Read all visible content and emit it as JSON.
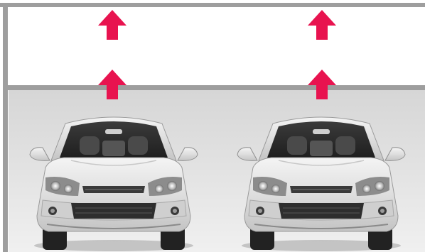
{
  "diagram": {
    "frame_color": "#9e9e9e",
    "top_zone_color": "#ffffff",
    "lower_zone_top_color": "#d9d9d9",
    "lower_zone_bottom_color": "#eeeeee",
    "arrow_color": "#e8134f",
    "arrow_direction": "up",
    "car_color": "#e2e2e2",
    "lanes": [
      {
        "id": "left",
        "arrow_count": 2,
        "vehicle": "car-front-view"
      },
      {
        "id": "right",
        "arrow_count": 2,
        "vehicle": "car-front-view"
      }
    ]
  }
}
